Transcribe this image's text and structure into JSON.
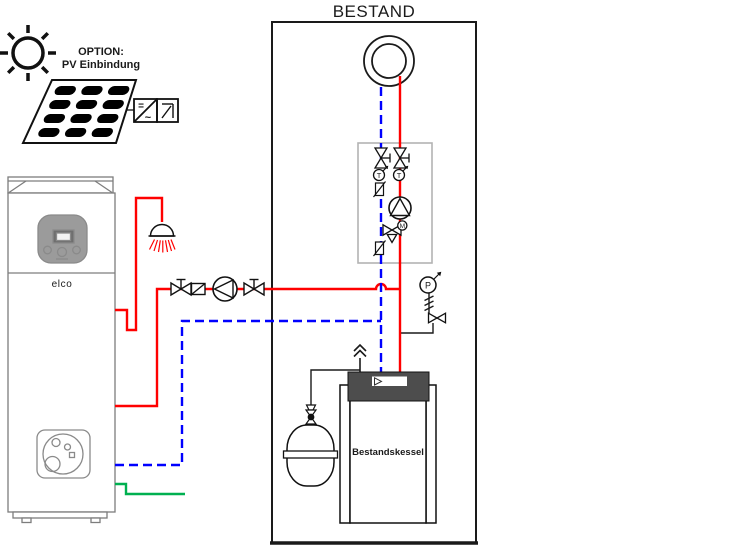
{
  "diagram": {
    "title": "BESTAND",
    "option": {
      "line1": "OPTION:",
      "line2": "PV Einbindung"
    },
    "heat_pump": {
      "brand": "elco"
    },
    "boiler": {
      "label": "Bestandskessel"
    },
    "symbols": {
      "thermometer_letter": "T",
      "pressure_gauge_letter": "P",
      "mixer_actuator_letter": "M",
      "inverter_dc": "=",
      "inverter_ac": "~"
    },
    "colors": {
      "flow_red": "#ff0000",
      "return_blue": "#0000ff",
      "green_line": "#00b050",
      "panel_gray": "#9b9b9b",
      "boiler_dark": "#4d4d4d",
      "station_border": "#b3b3b3"
    }
  }
}
